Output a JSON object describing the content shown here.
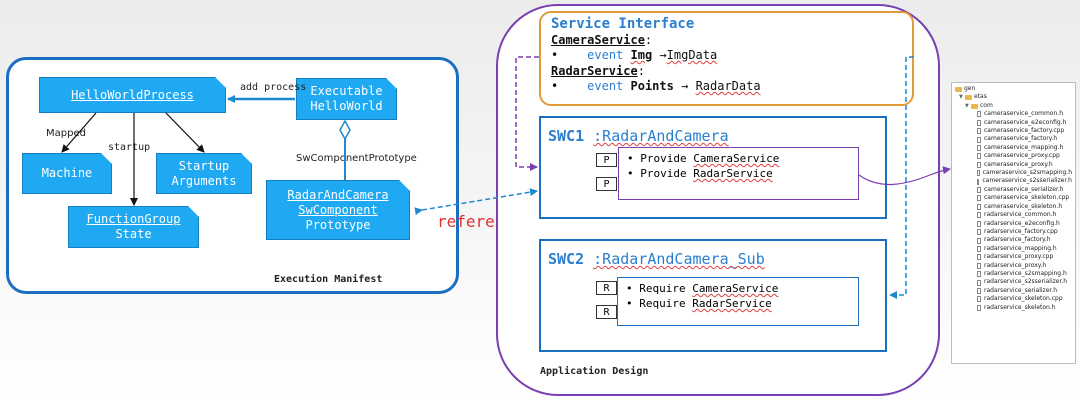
{
  "execution_manifest": {
    "title": "Execution Manifest",
    "hello_world_process": "HelloWorldProcess",
    "executable": [
      "Executable",
      "HelloWorld"
    ],
    "machine": "Machine",
    "startup_arguments": [
      "Startup",
      "Arguments"
    ],
    "function_group_state": [
      "FunctionGroup",
      "State"
    ],
    "sw_component_prototype": [
      "RadarAndCamera",
      "SwComponent",
      "Prototype"
    ],
    "labels": {
      "add_process": "add process",
      "mapped": "Mapped",
      "startup": "startup",
      "sw_component_prototype": "SwComponentPrototype"
    }
  },
  "reference_label": "reference",
  "application_design": {
    "title": "Application Design",
    "service_interface": {
      "title": "Service Interface",
      "camera_service": "CameraService",
      "camera_event": {
        "bullet": "•",
        "keyword": "event",
        "name": "Img",
        "arrow": "→",
        "type": "ImgData"
      },
      "radar_service": "RadarService",
      "radar_event": {
        "bullet": "•",
        "keyword": "event",
        "name": "Points",
        "arrow": "→",
        "type": "RadarData"
      }
    },
    "swc1": {
      "id": "SWC1",
      "name": ":RadarAndCamera",
      "ports": [
        "P",
        "P"
      ],
      "items": [
        {
          "bullet": "•",
          "verb": "Provide",
          "service": "CameraService"
        },
        {
          "bullet": "•",
          "verb": "Provide",
          "service": "RadarService"
        }
      ]
    },
    "swc2": {
      "id": "SWC2",
      "name": ":RadarAndCamera_Sub",
      "ports": [
        "R",
        "R"
      ],
      "items": [
        {
          "bullet": "•",
          "verb": "Require",
          "service": "CameraService"
        },
        {
          "bullet": "•",
          "verb": "Require",
          "service": "RadarService"
        }
      ]
    }
  },
  "file_tree": {
    "root": "gen",
    "level1": "etas",
    "level2": "com",
    "files": [
      "cameraservice_common.h",
      "cameraservice_e2econfig.h",
      "cameraservice_factory.cpp",
      "cameraservice_factory.h",
      "cameraservice_mapping.h",
      "cameraservice_proxy.cpp",
      "cameraservice_proxy.h",
      "cameraservice_s2smapping.h",
      "cameraservice_s2sserializer.h",
      "cameraservice_serializer.h",
      "cameraservice_skeleton.cpp",
      "cameraservice_skeleton.h",
      "radarservice_common.h",
      "radarservice_e2econfig.h",
      "radarservice_factory.cpp",
      "radarservice_factory.h",
      "radarservice_mapping.h",
      "radarservice_proxy.cpp",
      "radarservice_proxy.h",
      "radarservice_s2smapping.h",
      "radarservice_s2sserializer.h",
      "radarservice_serializer.h",
      "radarservice_skeleton.cpp",
      "radarservice_skeleton.h"
    ]
  },
  "colors": {
    "manifest_border": "#1a6fc0",
    "block_fill": "#1ea9f2",
    "app_border": "#7a3fb0",
    "interface_border": "#e39a3a",
    "reference_text": "#e03030",
    "accent_blue": "#2a7fd1"
  }
}
